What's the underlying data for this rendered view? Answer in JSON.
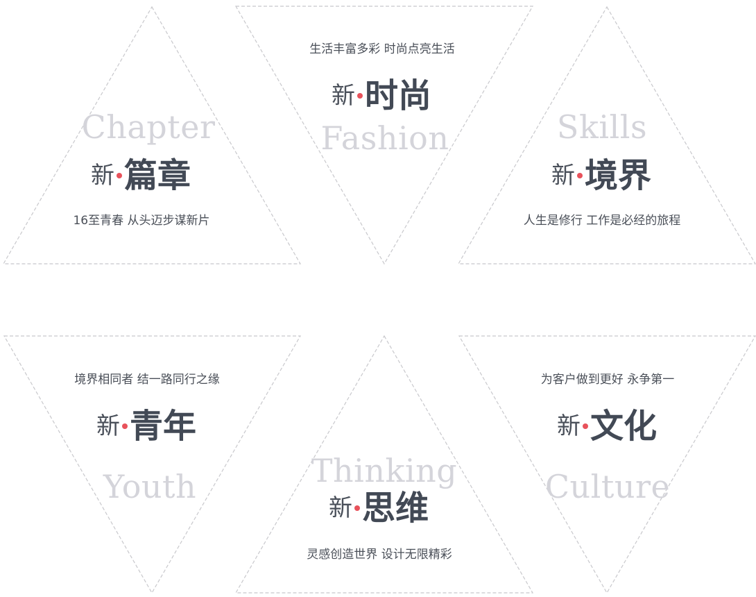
{
  "accent_color": "#e8525b",
  "tiles": [
    {
      "id": "chapter",
      "english": "Chapter",
      "prefix": "新",
      "title": "篇章",
      "tagline": "16至青春  从头迈步谋新片"
    },
    {
      "id": "fashion",
      "english": "Fashion",
      "prefix": "新",
      "title": "时尚",
      "tagline": "生活丰富多彩  时尚点亮生活"
    },
    {
      "id": "skills",
      "english": "Skills",
      "prefix": "新",
      "title": "境界",
      "tagline": "人生是修行  工作是必经的旅程"
    },
    {
      "id": "youth",
      "english": "Youth",
      "prefix": "新",
      "title": "青年",
      "tagline": "境界相同者  结一路同行之缘"
    },
    {
      "id": "thinking",
      "english": "Thinking",
      "prefix": "新",
      "title": "思维",
      "tagline": "灵感创造世界  设计无限精彩"
    },
    {
      "id": "culture",
      "english": "Culture",
      "prefix": "新",
      "title": "文化",
      "tagline": "为客户做到更好  永争第一"
    }
  ]
}
